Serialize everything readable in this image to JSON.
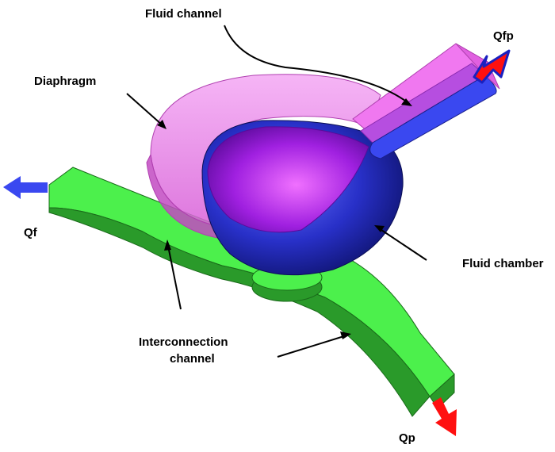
{
  "labels": {
    "fluid_channel": "Fluid channel",
    "qfp": "Qfp",
    "diaphragm": "Diaphragm",
    "qf": "Qf",
    "fluid_chamber": "Fluid chamber",
    "interconnection_line1": "Interconnection",
    "interconnection_line2": "channel",
    "qp": "Qp"
  },
  "colors": {
    "interconnection_channel": "#4cf04c",
    "interconnection_side": "#2a9a2a",
    "diaphragm": "#e87ae8",
    "fluid_channel": "#b64ee0",
    "fluid_chamber": "#2830c8",
    "chamber_inner": "#a020e0",
    "flow_in_arrow": "#ff1010",
    "flow_out_arrow": "#3a48f0"
  }
}
